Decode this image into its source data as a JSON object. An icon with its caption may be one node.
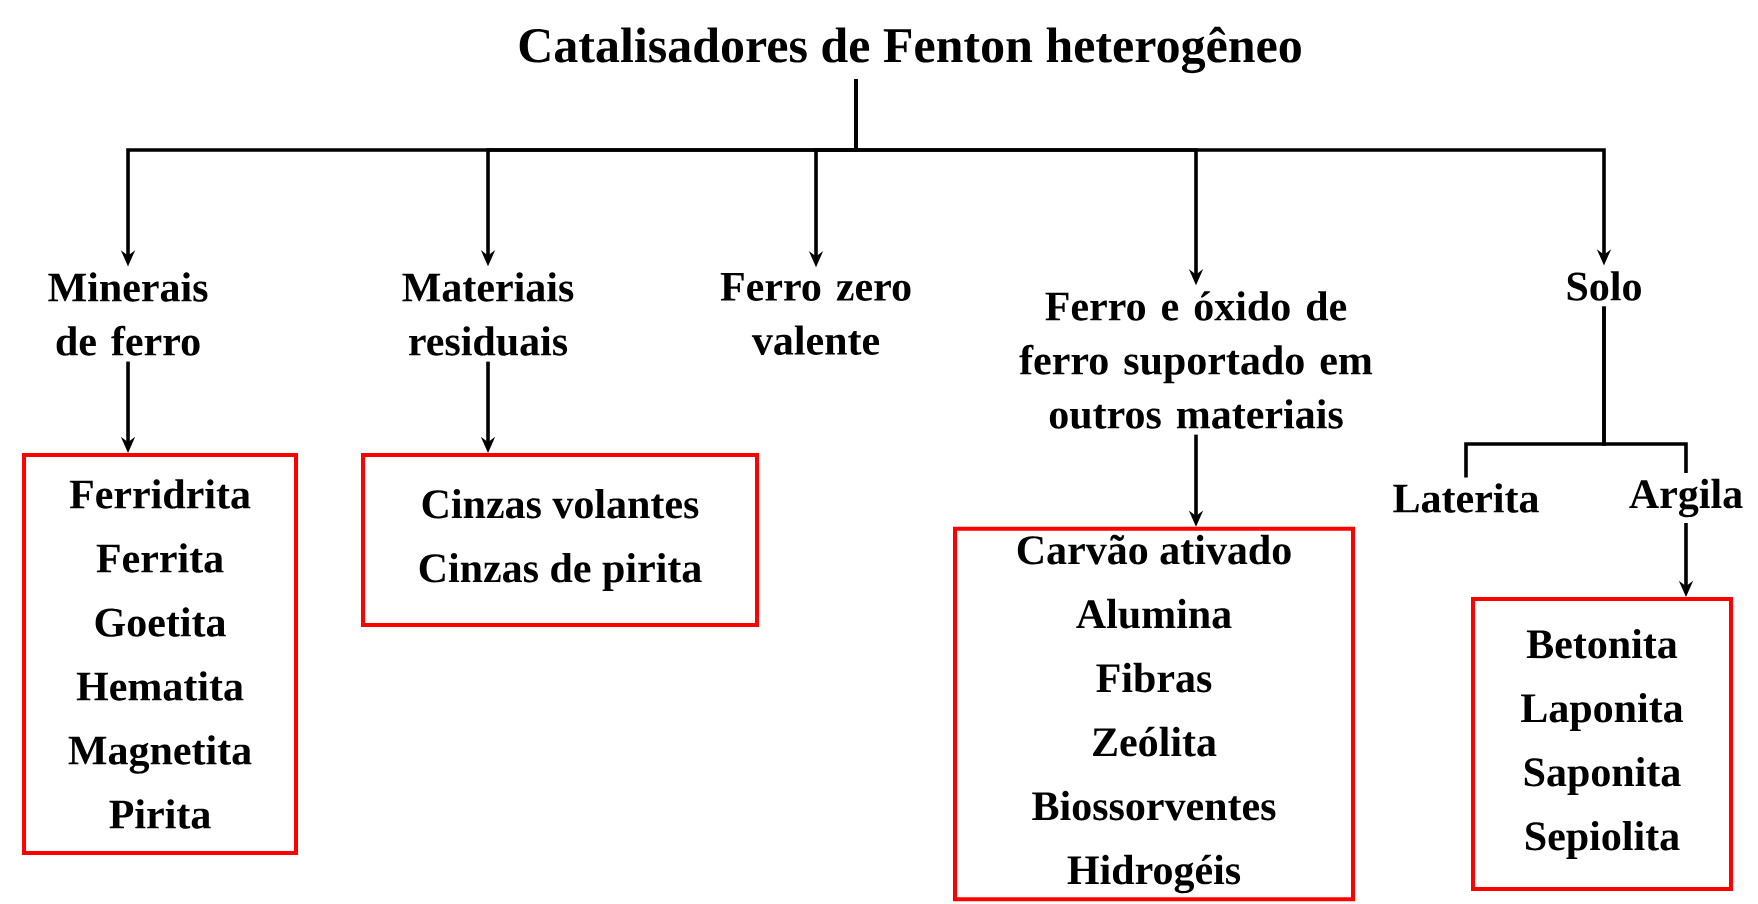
{
  "diagram": {
    "nodes": [
      {
        "text": [
          "Catalisadores de Fenton heterogêneo"
        ]
      },
      {
        "text": [
          "Minerais de ferro"
        ]
      },
      {
        "text": [
          "Materiais residuais"
        ]
      },
      {
        "text": [
          "Ferro zero valente"
        ]
      },
      {
        "text": [
          "Ferro e óxido de ferro suportado em outros materiais"
        ]
      },
      {
        "text": [
          "Solo"
        ]
      },
      {
        "text": [
          "Ferridrita",
          "Ferrita",
          "Goetita",
          "Hematita",
          "Magnetita",
          "Pirita"
        ]
      },
      {
        "text": [
          "Cinzas volantes",
          "Cinzas de pirita"
        ]
      },
      {
        "text": [
          "Carvão ativado",
          "Alumina",
          "Fibras",
          "Zeólita",
          "Biossorventes",
          "Hidrogéis"
        ]
      },
      {
        "text": [
          "Laterita"
        ]
      },
      {
        "text": [
          "Argila"
        ]
      },
      {
        "text": [
          "Betonita",
          "Laponita",
          "Saponita",
          "Sepiolita"
        ]
      }
    ],
    "edges": [
      {
        "from": 0,
        "to": 1,
        "arrow": "to"
      },
      {
        "from": 0,
        "to": 2,
        "arrow": "to"
      },
      {
        "from": 0,
        "to": 3,
        "arrow": "to"
      },
      {
        "from": 0,
        "to": 4,
        "arrow": "to"
      },
      {
        "from": 0,
        "to": 5,
        "arrow": "to"
      },
      {
        "from": 1,
        "to": 6,
        "arrow": "to"
      },
      {
        "from": 2,
        "to": 7,
        "arrow": "to"
      },
      {
        "from": 4,
        "to": 8,
        "arrow": "to"
      },
      {
        "from": 5,
        "to": 9,
        "arrow": "none"
      },
      {
        "from": 5,
        "to": 10,
        "arrow": "none"
      },
      {
        "from": 10,
        "to": 11,
        "arrow": "to"
      }
    ]
  }
}
